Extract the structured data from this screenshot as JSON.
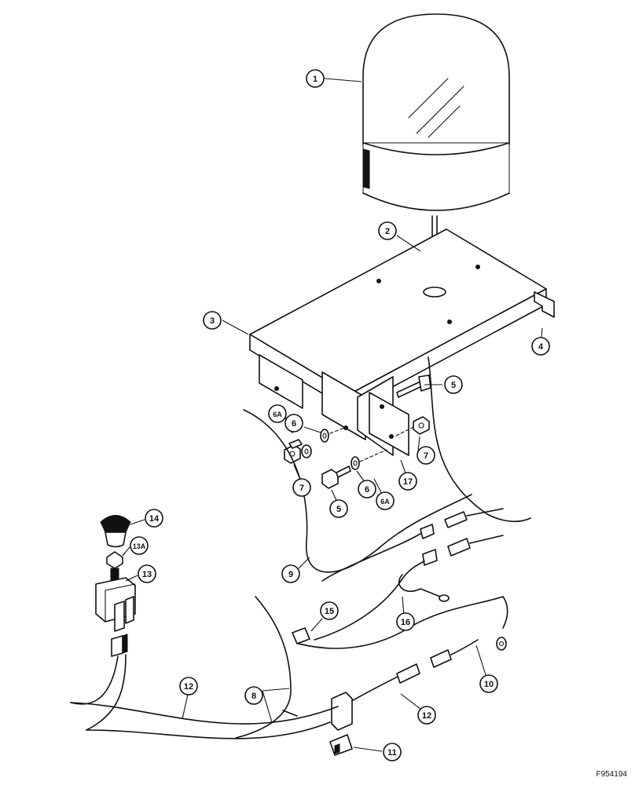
{
  "figure_code": "F954194",
  "callouts": [
    {
      "label": "1"
    },
    {
      "label": "2"
    },
    {
      "label": "3"
    },
    {
      "label": "4"
    },
    {
      "label": "5"
    },
    {
      "label": "6A"
    },
    {
      "label": "6"
    },
    {
      "label": "7"
    },
    {
      "label": "7"
    },
    {
      "label": "5"
    },
    {
      "label": "6"
    },
    {
      "label": "6A"
    },
    {
      "label": "17"
    },
    {
      "label": "14"
    },
    {
      "label": "13A"
    },
    {
      "label": "13"
    },
    {
      "label": "9"
    },
    {
      "label": "15"
    },
    {
      "label": "16"
    },
    {
      "label": "10"
    },
    {
      "label": "12"
    },
    {
      "label": "8"
    },
    {
      "label": "12"
    },
    {
      "label": "11"
    }
  ]
}
